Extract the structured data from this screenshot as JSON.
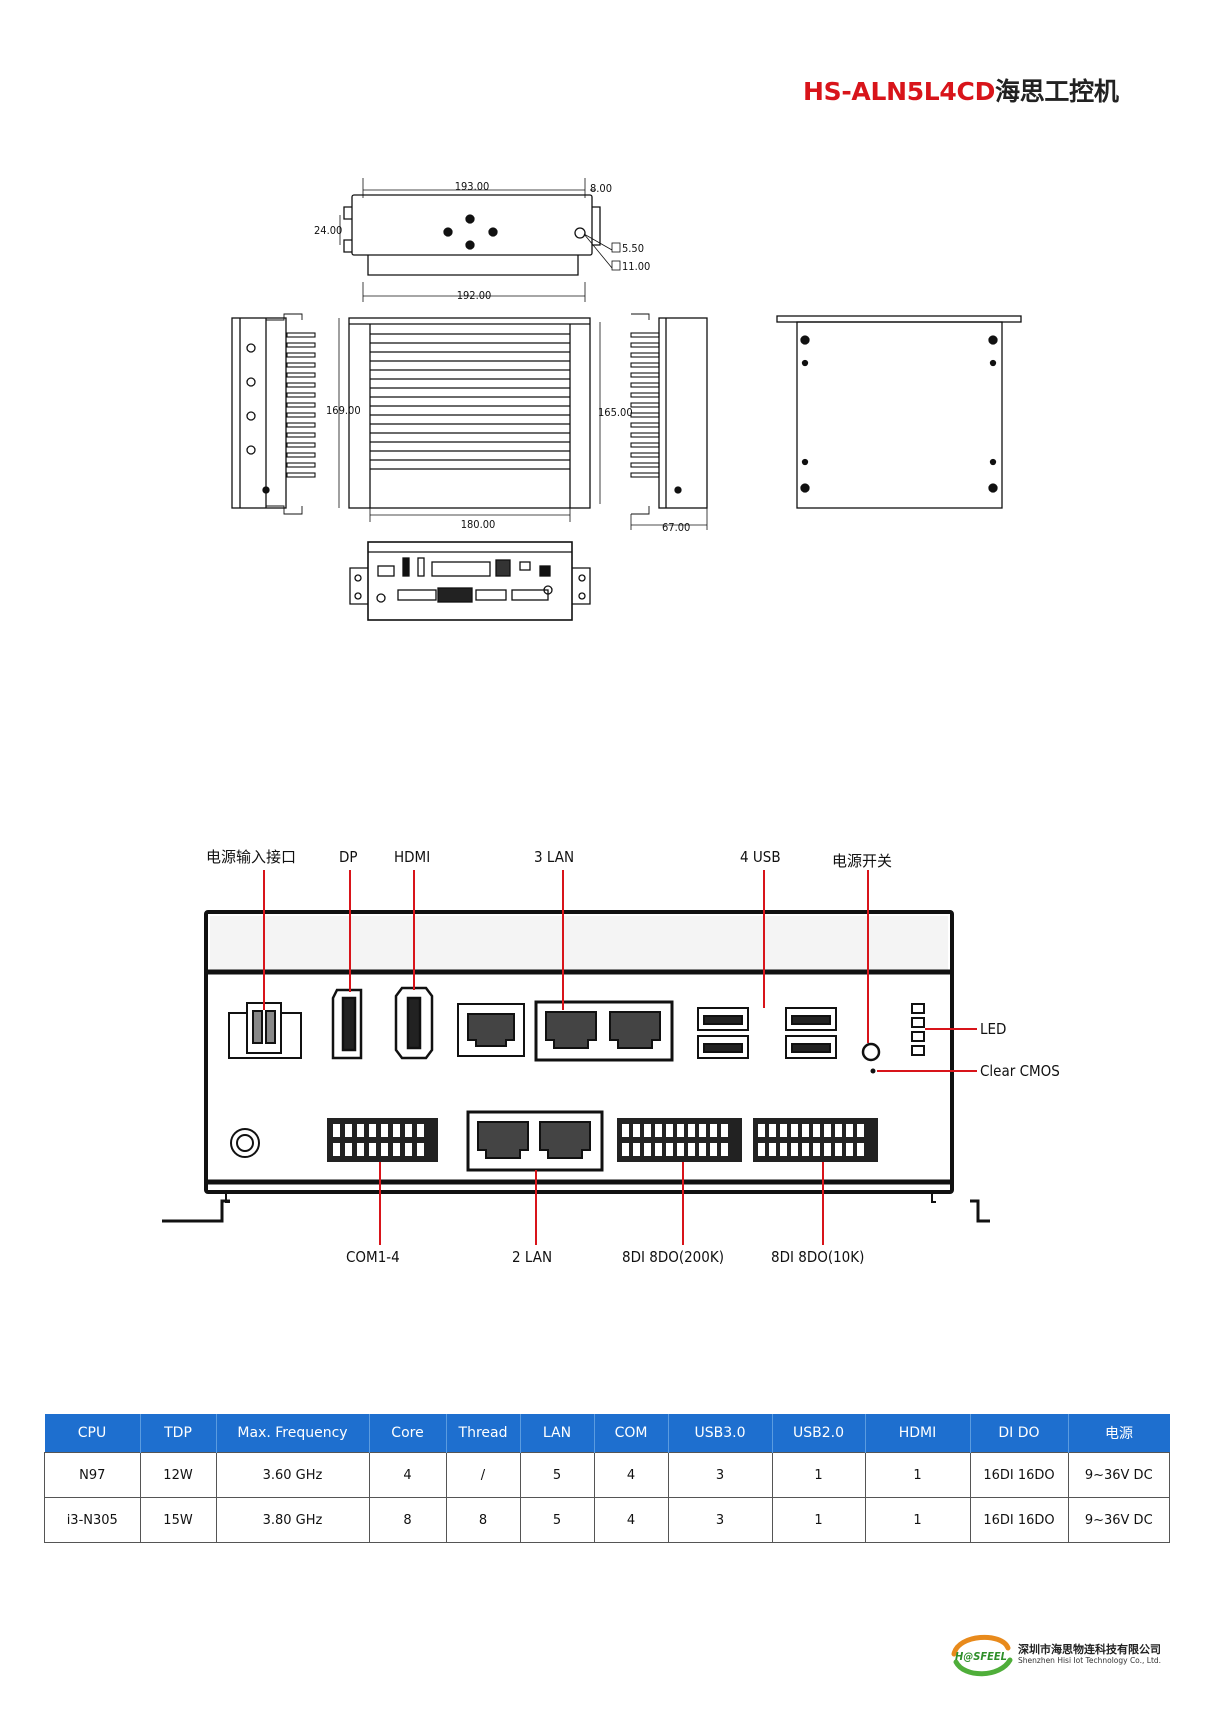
{
  "header": {
    "model": "HS-ALN5L4CD",
    "product_name": "海思工控机"
  },
  "drawing": {
    "dims": {
      "top_width": "193.00",
      "ear": "8.00",
      "height_24": "24.00",
      "hole1": "5.50",
      "hole2": "11.00",
      "bottom_width": "192.00",
      "side_height": "169.00",
      "front_height": "165.00",
      "front_width": "180.00",
      "depth": "67.00"
    }
  },
  "callouts": {
    "power_input": "电源输入接口",
    "dp": "DP",
    "hdmi": "HDMI",
    "lan3": "3 LAN",
    "usb4": "4 USB",
    "power_switch": "电源开关",
    "led": "LED",
    "clear_cmos": "Clear CMOS",
    "com": "COM1-4",
    "lan2": "2 LAN",
    "dido_200k": "8DI 8DO(200K)",
    "dido_10k": "8DI 8DO(10K)"
  },
  "spec_table": {
    "headers": [
      "CPU",
      "TDP",
      "Max. Frequency",
      "Core",
      "Thread",
      "LAN",
      "COM",
      "USB3.0",
      "USB2.0",
      "HDMI",
      "DI DO",
      "电源"
    ],
    "rows": [
      [
        "N97",
        "12W",
        "3.60 GHz",
        "4",
        "/",
        "5",
        "4",
        "3",
        "1",
        "1",
        "16DI 16DO",
        "9~36V DC"
      ],
      [
        "i3-N305",
        "15W",
        "3.80 GHz",
        "8",
        "8",
        "5",
        "4",
        "3",
        "1",
        "1",
        "16DI 16DO",
        "9~36V DC"
      ]
    ]
  },
  "footer": {
    "logo_text": "H@SFEEL",
    "company_cn": "深圳市海思物连科技有限公司",
    "company_en": "Shenzhen Hisi Iot Technology Co., Ltd."
  },
  "colors": {
    "accent_red": "#d8141a",
    "table_header_blue": "#1e6fcf",
    "callout_line_red": "#d8141a"
  }
}
